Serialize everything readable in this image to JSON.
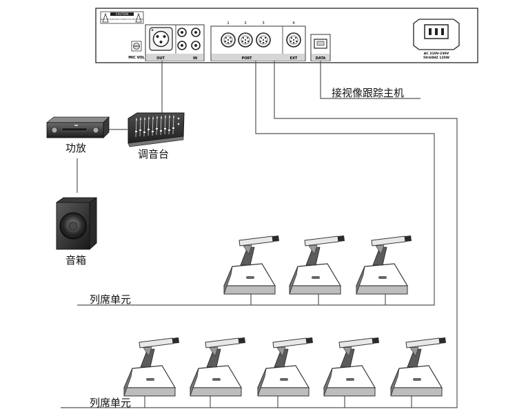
{
  "panel": {
    "caution_title": "CAUTION",
    "caution_text": "RISK OF ELECTRIC SHOCK DO NOT OPEN",
    "mic_vol": "MIC VOL",
    "out": "OUT",
    "in": "IN",
    "port_numbers": [
      "1",
      "2",
      "3",
      "4"
    ],
    "port": "PORT",
    "ext": "EXT",
    "data": "DATA",
    "power_line1": "AC 210V-230V",
    "power_line2": "50/60HZ 135W"
  },
  "labels": {
    "camera_host": "接视像跟踪主机",
    "amplifier": "功放",
    "mixer": "调音台",
    "speaker": "音箱",
    "delegate_units_row1": "列席单元",
    "delegate_units_row2": "列席单元"
  },
  "colors": {
    "line": "#555555",
    "device_dark": "#2b2b2b",
    "outline": "#333333"
  }
}
